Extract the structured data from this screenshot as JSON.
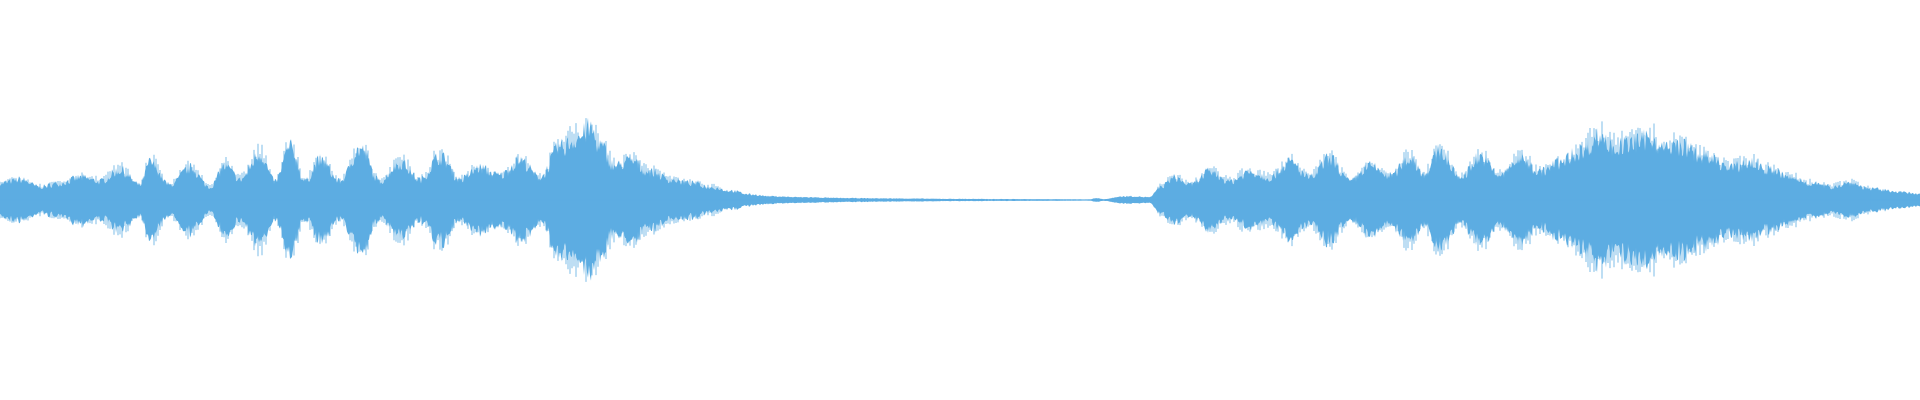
{
  "waveform": {
    "color": "#5dade2",
    "envelope": [
      [
        0,
        0.09
      ],
      [
        20,
        0.11
      ],
      [
        40,
        0.07
      ],
      [
        60,
        0.09
      ],
      [
        80,
        0.12
      ],
      [
        100,
        0.1
      ],
      [
        120,
        0.16
      ],
      [
        140,
        0.08
      ],
      [
        150,
        0.2
      ],
      [
        170,
        0.08
      ],
      [
        190,
        0.17
      ],
      [
        210,
        0.07
      ],
      [
        225,
        0.18
      ],
      [
        240,
        0.11
      ],
      [
        260,
        0.24
      ],
      [
        275,
        0.1
      ],
      [
        290,
        0.28
      ],
      [
        305,
        0.1
      ],
      [
        320,
        0.21
      ],
      [
        340,
        0.1
      ],
      [
        360,
        0.27
      ],
      [
        380,
        0.1
      ],
      [
        400,
        0.2
      ],
      [
        420,
        0.11
      ],
      [
        440,
        0.23
      ],
      [
        460,
        0.11
      ],
      [
        480,
        0.17
      ],
      [
        500,
        0.13
      ],
      [
        520,
        0.21
      ],
      [
        540,
        0.12
      ],
      [
        560,
        0.28
      ],
      [
        580,
        0.34
      ],
      [
        590,
        0.38
      ],
      [
        600,
        0.29
      ],
      [
        615,
        0.18
      ],
      [
        630,
        0.21
      ],
      [
        650,
        0.15
      ],
      [
        670,
        0.11
      ],
      [
        690,
        0.09
      ],
      [
        710,
        0.07
      ],
      [
        730,
        0.05
      ],
      [
        750,
        0.03
      ],
      [
        770,
        0.02
      ],
      [
        800,
        0.015
      ],
      [
        850,
        0.01
      ],
      [
        900,
        0.008
      ],
      [
        950,
        0.006
      ],
      [
        1000,
        0.005
      ],
      [
        1050,
        0.004
      ],
      [
        1090,
        0.003
      ],
      [
        1095,
        0.01
      ],
      [
        1105,
        0.005
      ],
      [
        1120,
        0.018
      ],
      [
        1130,
        0.02
      ],
      [
        1150,
        0.015
      ],
      [
        1160,
        0.07
      ],
      [
        1175,
        0.12
      ],
      [
        1190,
        0.08
      ],
      [
        1210,
        0.15
      ],
      [
        1230,
        0.1
      ],
      [
        1250,
        0.15
      ],
      [
        1270,
        0.12
      ],
      [
        1290,
        0.2
      ],
      [
        1310,
        0.12
      ],
      [
        1330,
        0.22
      ],
      [
        1350,
        0.1
      ],
      [
        1370,
        0.18
      ],
      [
        1390,
        0.13
      ],
      [
        1410,
        0.22
      ],
      [
        1425,
        0.14
      ],
      [
        1440,
        0.26
      ],
      [
        1460,
        0.12
      ],
      [
        1480,
        0.23
      ],
      [
        1500,
        0.13
      ],
      [
        1520,
        0.22
      ],
      [
        1540,
        0.15
      ],
      [
        1560,
        0.2
      ],
      [
        1580,
        0.26
      ],
      [
        1600,
        0.34
      ],
      [
        1615,
        0.28
      ],
      [
        1630,
        0.3
      ],
      [
        1650,
        0.33
      ],
      [
        1665,
        0.27
      ],
      [
        1680,
        0.29
      ],
      [
        1700,
        0.24
      ],
      [
        1715,
        0.21
      ],
      [
        1730,
        0.17
      ],
      [
        1750,
        0.2
      ],
      [
        1770,
        0.16
      ],
      [
        1790,
        0.12
      ],
      [
        1810,
        0.09
      ],
      [
        1830,
        0.07
      ],
      [
        1850,
        0.09
      ],
      [
        1870,
        0.06
      ],
      [
        1890,
        0.05
      ],
      [
        1905,
        0.04
      ],
      [
        1920,
        0.03
      ]
    ]
  }
}
